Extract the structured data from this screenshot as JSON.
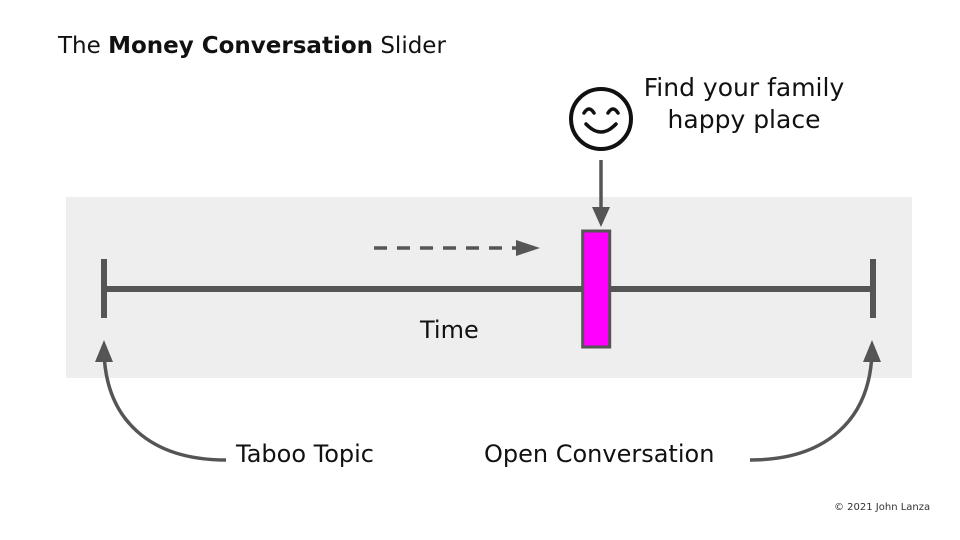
{
  "title": {
    "prefix": "The ",
    "bold": "Money Conversation",
    "suffix": " Slider"
  },
  "slider": {
    "marker_position_percent": 64,
    "marker_color": "#ff00ff",
    "line_color": "#555555",
    "band_color": "#eeeeee"
  },
  "labels": {
    "happy_line1": "Find your family",
    "happy_line2": "happy place",
    "time": "Time",
    "taboo": "Taboo Topic",
    "open": "Open Conversation"
  },
  "icons": {
    "smiley": "smiling-face-icon"
  },
  "copyright": "© 2021 John Lanza"
}
